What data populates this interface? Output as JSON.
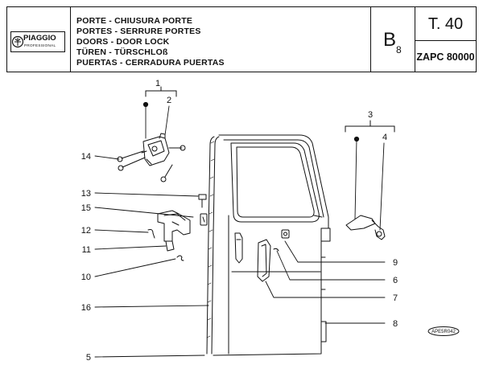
{
  "header": {
    "brand": "PIAGGIO",
    "brand_sub": "PROFESSIONAL",
    "desc_lines": [
      "PORTE - CHIUSURA PORTE",
      "PORTES - SERRURE PORTES",
      "DOORS - DOOR LOCK",
      "TÜREN - TÜRSCHLOß",
      "PUERTAS - CERRADURA PUERTAS"
    ],
    "section_letter": "B",
    "section_sub": "8",
    "table": "T. 40",
    "model": "ZAPC 80000"
  },
  "drawing": {
    "callouts": {
      "c1": "1",
      "c2": "2",
      "c3": "3",
      "c4": "4",
      "c5": "5",
      "c6": "6",
      "c7": "7",
      "c8": "8",
      "c9": "9",
      "c10": "10",
      "c11": "11",
      "c12": "12",
      "c13": "13",
      "c14": "14",
      "c15": "15",
      "c16": "16"
    },
    "drawing_code": "APE5R042"
  }
}
